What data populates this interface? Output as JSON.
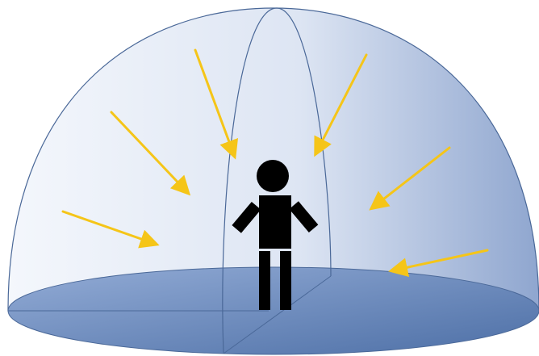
{
  "colors": {
    "dome_light": "#f4f7fc",
    "dome_mid": "#dde5f3",
    "dome_dark": "#8fa6cf",
    "dome_outline": "#4a6898",
    "floor_light": "#93acd6",
    "floor_dark": "#4d6fa6",
    "arrow": "#f5c518",
    "figure": "#000000"
  },
  "icons": {
    "person": "person-silhouette-icon",
    "ray": "arrow-icon"
  },
  "arrows": [
    {
      "name": "ray-left-low",
      "from": "left",
      "level": "low"
    },
    {
      "name": "ray-left-mid",
      "from": "left",
      "level": "middle"
    },
    {
      "name": "ray-upper-left",
      "from": "upper-left",
      "level": "high"
    },
    {
      "name": "ray-upper-right",
      "from": "upper-right",
      "level": "high"
    },
    {
      "name": "ray-right-mid",
      "from": "right",
      "level": "middle"
    },
    {
      "name": "ray-right-low",
      "from": "right",
      "level": "low"
    }
  ]
}
